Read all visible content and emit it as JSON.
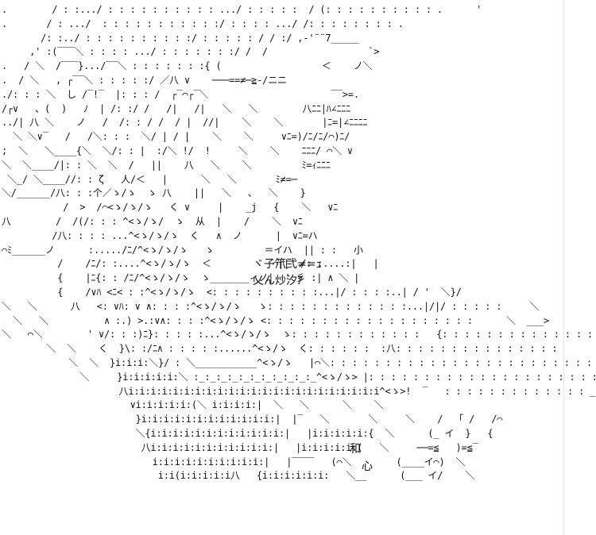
{
  "art": {
    "lines": [
      ".        / : :.../ : : : : : : : : : : .../ : : : : :  / (: : : : : : : : : : .      '",
      ".       / : .../  : : : : : : : : : : :/ : : : : .../ /: : : : : : : : .",
      "       /: :../ : : : : : : : : : :/ : : : : : / / :/ ,‐'¨¨7_____",
      "     ,' :(‾‾‾＼ : : : : .../ : : : : : : :/ /  /                  `>",
      ".   / ＼  /‾‾‾}.../‾‾＼ : : : : : : :{ (                  ＜    ノ＼",
      ".  / ＼   , ┌‾‾＼ : : : : :/ ／八 ∨    ───==≠─≧-/ニニ",
      "./: : : ＼  し /‾!‾  |: : : /  ┌‾⌒┌‾＼                      ‾‾>=.",
      "/┌∨   、(  )   ﾉ  | /: :/ /   /|   /|   ＼   ＼        八ﾆﾆ|ﾊ∠ﾆﾆﾆ",
      "../| 八 ＼    ノ   /  /: : / /  / |  //|    ＼    ＼       |ﾆ=|∠ﾆﾆﾆﾆ",
      "  ＼ ＼∨‾   /   /＼: : :  ＼/ | / |    ＼    ＼     ∨ﾆ=)/ﾆ/ﾆ/⌒)ﾆ/",
      ";  ＼   ＼____{＼  ＼/: : |  :/＼ !/  !     ＼    ＼    ﾆﾆﾆ/ ⌒＼ ∨",
      "＼  ＼____/|: : ＼  ＼  /   ||    八   ＼    ＼         ﾐ=ｨﾆﾆﾆ",
      " ＼_/ ＼____//: : ζ   人/＜   |      ＼   ＼       ﾐ≠=─",
      "＼/______/八: : :个／ゝ/ゝ  ゝ 八    ||   ＼   、  ＼    }",
      "           /  >  /⌒<ゝ/ゝ/ゝ   く ∨     |    _j   {    ＼   ∨ﾆ",
      "八        /  /(/: : : ^<ゝ/ゝ/  ゝ  从  |    /    ＼  ∨ﾆ",
      "         /八: : : : ...^<ゝ/ゝ/ゝ  く   ∧  ノ      |  ∨ﾆ=ハ",
      "⌒ﾐ______ノ      :...../ﾆ/^<ゝ/ゝ/ゝ   ゝ         ＝イハ  || : :   小",
      "          /    /ﾆ/: :....^<ゝ/ゝ/ゝ  ＜           ⌒||  /: :....:|   |",
      "          {    |ﾆ{: : /ﾆ/^<ゝ/ゝ/ゝ  ゝ_______ィノ|  ' 彡 :| ∧ ＼ |",
      "          {    /∨ﾊ <ﾆ< : :^<ゝ/ゝ/ゝ  <: : : : : : : : : :...|/ : : : :..| / '  ＼}/",
      "＼   ＼      八   <: ∨ﾊ: ∨ ∧: : : :^<ゝ/ゝ/ゝ   ゝ: : : : : : : : : : : : :...|/|/ : : : : :     ＼",
      "  ＼   ＼          ∧ :.) >.:∨∧: : : :^<ゝ/ゝ/ゝ <: : : : : : : : : : : : : : : : : : :      ＼  ___>",
      "＼   ⌒＼        ' ∨/: : :)ﾆ}: : : : :...^<ゝ/ゝ/ゝ  ゝ: : : : : : : : : : : :   {: : : : : : : : : : : : : : :",
      "        ＼  ＼    く  }\\: :/ﾆ∧ : : : : :......^<ゝ/ゝ  く: : : : : :  :八: : : : : : : : : : : : : : :",
      "            ＼  ＼  }i:i:i:＼}/ : ＼___________^<ゝ/ゝ   |⌒＼: : : : : : : : : : : : : : : : : : : : : : : :",
      "              ＼     }i:i:i:i:i:＼ :_:_:_:_:_:_:_:_:_:_:_^<ゝ/ゝ> |: : : : : : : : : : : : : : : : : : : : :",
      "                     八i:i:i:i:i:i:i:i:i:i:i:i:i:i:i:i:i:i:i:i:i:i:i^<ゝ>!  ‾   : : : : : : : : : : : : : _.:彡'",
      "                       ∨i:i:i:i:i:(＼ i:i:i:i:|  ＼   ＼      ＼    ＼",
      "                        }i:i:i:i:i:i:i:i:i:i:i:i:|  |‾   ＼       ＼     ＼    /  「 /   /⌒",
      "                        ＼{i:i:i:i:i:i:i:i:i:i:i:i:|   |i:i:i:i:i:{  ＼      (_ イ  }   {   ",
      "                         八i:i:i:i:i:i:i:i:i:i:i:|   |i:i:i:i:i:(   ＼     ──=≦   )=≦‾",
      "                           i:i:i:i:i:i:i:i:i:i:|   |‾‾‾‾   (⌒＼        (____イ⌒)  ＼",
      "                            i:i(i:i:i:i:i八   {i:i:i:i:i:i:   ＼__      (___ イ/    ＼"
    ],
    "label_1": "ヾ子笊弐≠=ｭ",
    "label_2": "乂ん炒汐ｱ",
    "label_3": "和",
    "label_4": "心"
  }
}
